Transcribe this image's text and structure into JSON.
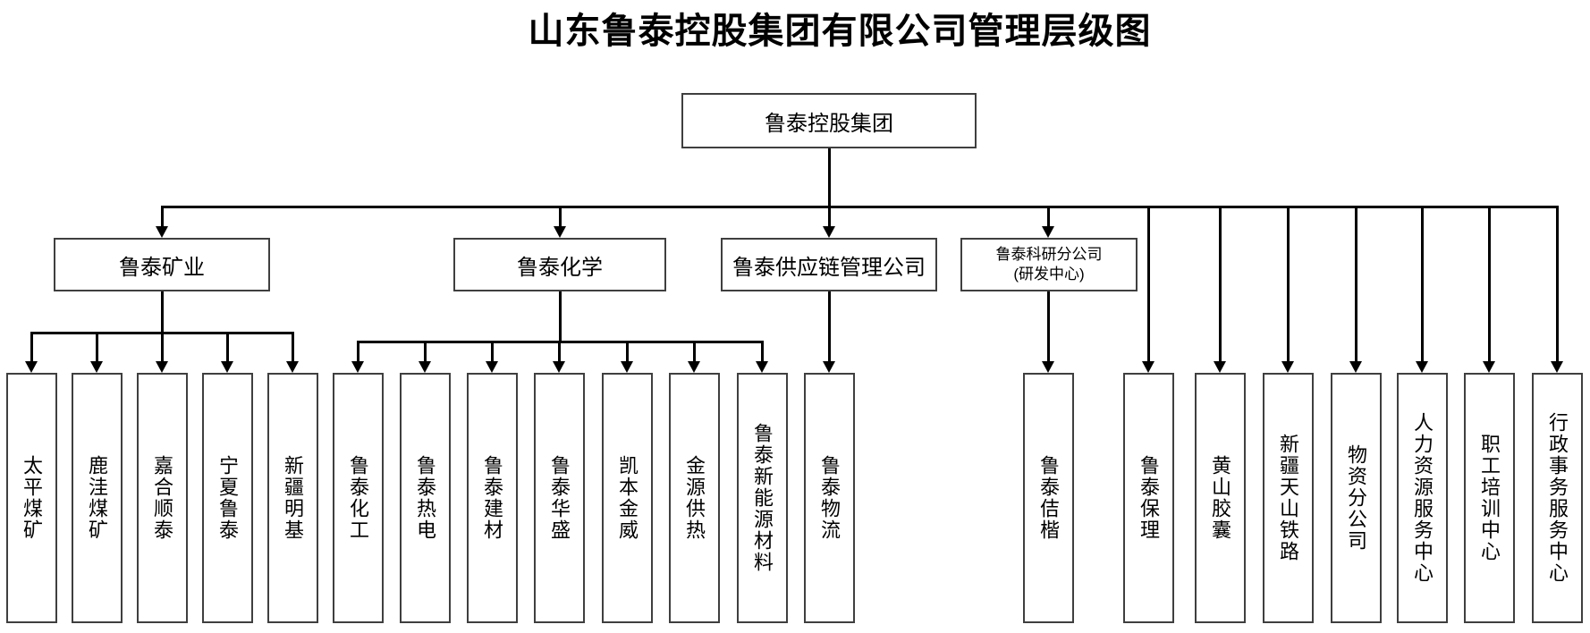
{
  "title": "山东鲁泰控股集团有限公司管理层级图",
  "org": {
    "root": {
      "label": "鲁泰控股集团"
    },
    "divisions": [
      {
        "label": "鲁泰矿业",
        "children": [
          "太平煤矿",
          "鹿洼煤矿",
          "嘉合顺泰",
          "宁夏鲁泰",
          "新疆明基"
        ]
      },
      {
        "label": "鲁泰化学",
        "children": [
          "鲁泰化工",
          "鲁泰热电",
          "鲁泰建材",
          "鲁泰华盛",
          "凯本金威",
          "金源供热",
          "鲁泰新能源材料"
        ]
      },
      {
        "label": "鲁泰供应链管理公司",
        "children": [
          "鲁泰物流"
        ]
      },
      {
        "label": "鲁泰科研分公司 (研发中心)",
        "label_lines": [
          "鲁泰科研分公司",
          "(研发中心)"
        ],
        "children": [
          "鲁泰佶楷"
        ]
      }
    ],
    "headquarters_units": [
      "鲁泰保理",
      "黄山胶囊",
      "新疆天山铁路",
      "物资分公司",
      "人力资源服务中心",
      "职工培训中心",
      "行政事务服务中心"
    ]
  },
  "colors": {
    "background": "#ffffff",
    "connector_line": "#000000",
    "box_border": "#3f3f3f",
    "text": "#000000"
  }
}
